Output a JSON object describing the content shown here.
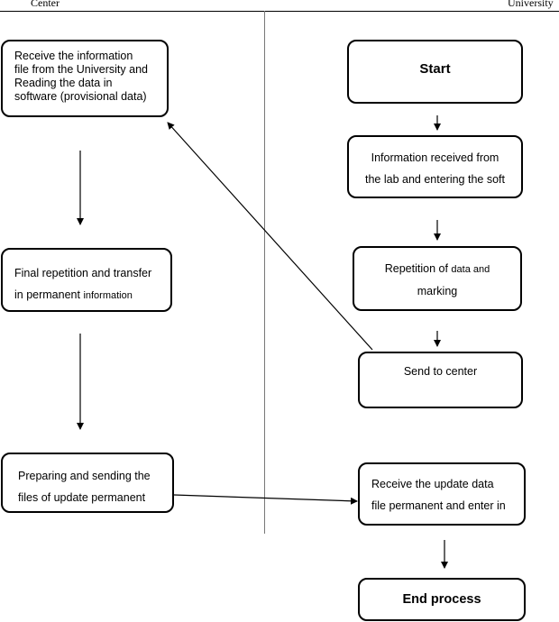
{
  "lanes": {
    "left": "Center",
    "right": "University"
  },
  "center": {
    "box1": {
      "line1": "Receive the information",
      "line2": "file from the University and",
      "line3": "Reading the data in",
      "line4": "software (provisional data)"
    },
    "box2": {
      "line1": "Final repetition and transfer",
      "line2_main": "in permanent ",
      "line2_small": "information"
    },
    "box3": {
      "line1": "Preparing and sending the",
      "line2": "files of update permanent"
    }
  },
  "university": {
    "start": "Start",
    "box2": {
      "line1": "Information received from",
      "line2": "the lab and entering the soft"
    },
    "box3": {
      "line1_main": "Repetition of ",
      "line1_small": "data and",
      "line2": "marking"
    },
    "box4": "Send to center",
    "box5": {
      "line1": "Receive the update data",
      "line2": "file permanent and enter in"
    },
    "end": "End process"
  }
}
